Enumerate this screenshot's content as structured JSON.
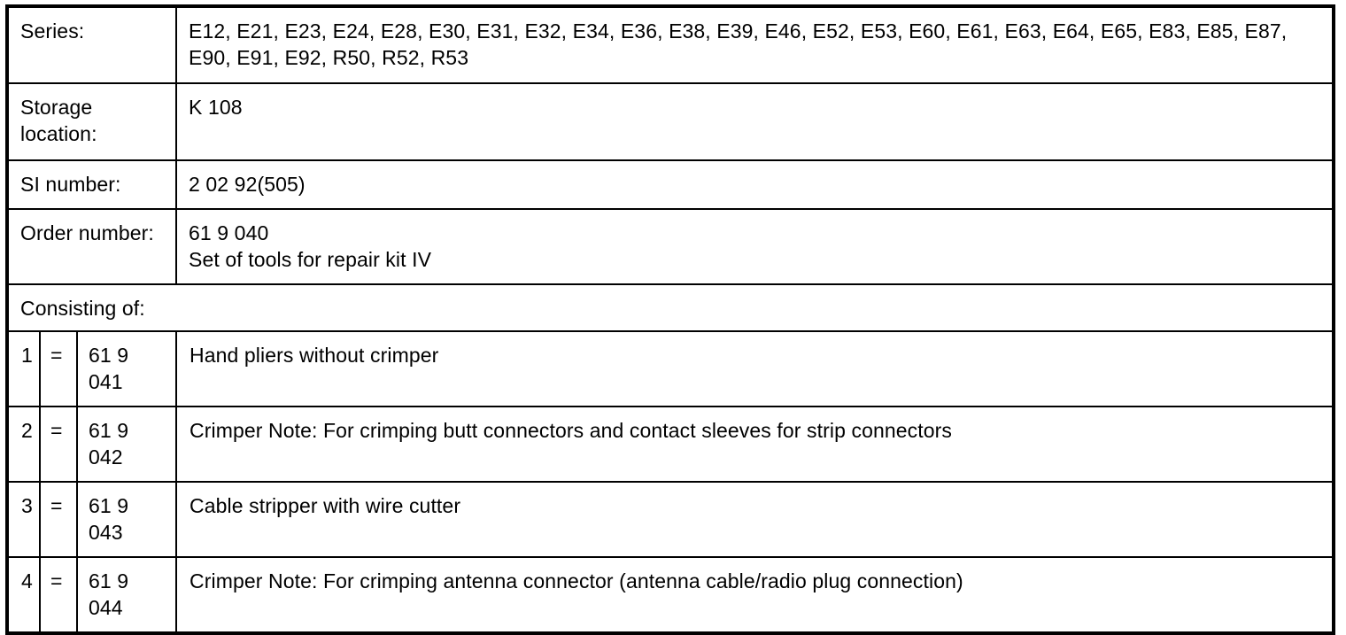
{
  "document": {
    "type": "parts-and-tools-table",
    "background_color": "#ffffff",
    "text_color": "#000000",
    "border_color": "#000000"
  },
  "header_rows": [
    {
      "label": "Series:",
      "value": "E12, E21, E23, E24, E28, E30, E31, E32, E34, E36, E38, E39, E46, E52, E53, E60, E61, E63, E64, E65, E83, E85, E87, E90, E91, E92, R50, R52, R53"
    },
    {
      "label": "Storage\nlocation:",
      "value": "K 108"
    },
    {
      "label": "SI number:",
      "value": "2 02 92(505)"
    },
    {
      "label": "Order number:",
      "value": "61 9 040\nSet of tools for repair kit IV"
    }
  ],
  "consisting_of": {
    "label": "Consisting of:"
  },
  "items": [
    {
      "index": "1",
      "equals": "=",
      "part_number": "61 9\n041",
      "description": "Hand pliers without crimper"
    },
    {
      "index": "2",
      "equals": "=",
      "part_number": "61 9\n042",
      "description": "Crimper Note: For crimping butt connectors and contact sleeves for strip connectors"
    },
    {
      "index": "3",
      "equals": "=",
      "part_number": "61 9\n043",
      "description": "Cable stripper with wire cutter"
    },
    {
      "index": "4",
      "equals": "=",
      "part_number": "61 9\n044",
      "description": "Crimper Note: For crimping antenna connector (antenna cable/radio plug connection)"
    }
  ]
}
